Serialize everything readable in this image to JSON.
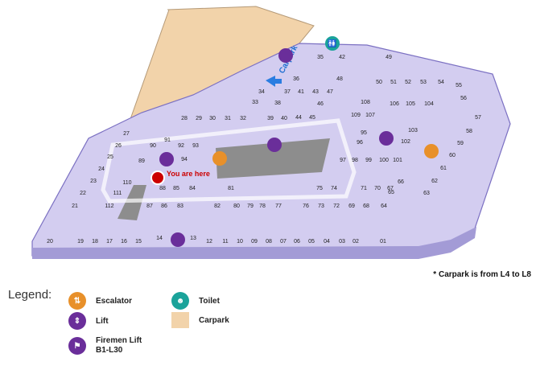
{
  "map": {
    "you_are_here": "You are here",
    "carpark_label": "Carpark",
    "footnote": "* Carpark is from L4 to L8",
    "units": [
      "01",
      "02",
      "03",
      "04",
      "05",
      "06",
      "07",
      "08",
      "09",
      "10",
      "11",
      "12",
      "13",
      "14",
      "15",
      "16",
      "17",
      "18",
      "19",
      "20",
      "21",
      "22",
      "23",
      "24",
      "25",
      "26",
      "27",
      "28",
      "29",
      "30",
      "31",
      "32",
      "33",
      "34",
      "35",
      "36",
      "37",
      "38",
      "39",
      "40",
      "41",
      "42",
      "43",
      "44",
      "45",
      "46",
      "47",
      "48",
      "49",
      "50",
      "51",
      "52",
      "53",
      "54",
      "55",
      "56",
      "57",
      "58",
      "59",
      "60",
      "61",
      "62",
      "63",
      "64",
      "65",
      "66",
      "67",
      "68",
      "69",
      "70",
      "71",
      "72",
      "73",
      "74",
      "75",
      "76",
      "77",
      "78",
      "79",
      "80",
      "81",
      "82",
      "83",
      "84",
      "85",
      "86",
      "87",
      "88",
      "89",
      "90",
      "91",
      "92",
      "93",
      "94",
      "95",
      "96",
      "97",
      "98",
      "99",
      "100",
      "101",
      "102",
      "103",
      "104",
      "105",
      "106",
      "107",
      "108",
      "109",
      "110",
      "111",
      "112"
    ]
  },
  "legend": {
    "title": "Legend:",
    "items": [
      {
        "key": "escalator",
        "label": "Escalator",
        "color": "#e8902a"
      },
      {
        "key": "toilet",
        "label": "Toilet",
        "color": "#1aa39a"
      },
      {
        "key": "lift",
        "label": "Lift",
        "color": "#6a2e9a"
      },
      {
        "key": "carpark",
        "label": "Carpark",
        "color": "#f0cfa4"
      },
      {
        "key": "firemen_lift",
        "label": "Firemen Lift\nB1-L30",
        "color": "#6a2e9a"
      }
    ]
  },
  "colors": {
    "floor": "#cfc9ee",
    "floor_dark": "#a39bd6",
    "void": "#8d8d8d",
    "carpark": "#f2d3aa",
    "marker": "#cc0000"
  }
}
